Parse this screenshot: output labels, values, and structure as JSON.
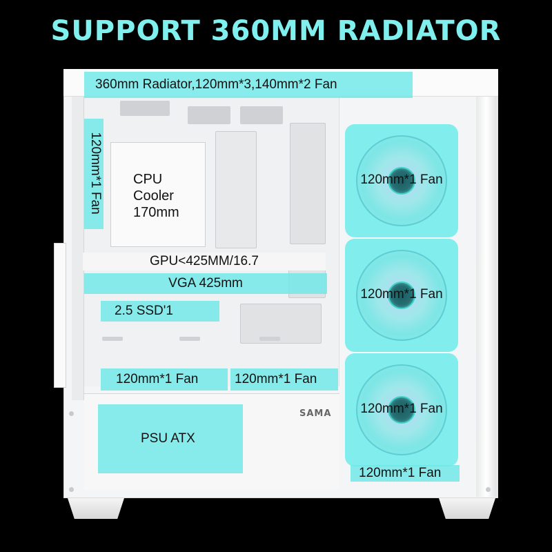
{
  "headline": "SUPPORT 360MM RADIATOR",
  "labels": {
    "top_radiator": "360mm Radiator,120mm*3,140mm*2 Fan",
    "rear_fan": "120mm*1 Fan",
    "cpu_cooler": [
      "CPU",
      "Cooler",
      "170mm"
    ],
    "gpu_limit": "GPU<425MM/16.7",
    "vga": "VGA 425mm",
    "ssd": "2.5 SSD'1",
    "bottom_fan_left": "120mm*1 Fan",
    "bottom_fan_right": "120mm*1 Fan",
    "psu": "PSU ATX",
    "bottom_side_fan": "120mm*1 Fan"
  },
  "brand": "SAMA",
  "fans": [
    {
      "label": "120mm*1 Fan"
    },
    {
      "label": "120mm*1 Fan"
    },
    {
      "label": "120mm*1 Fan"
    }
  ],
  "colors": {
    "accent": "#6ee8e8",
    "headline": "#7ff0ee",
    "background": "#000000",
    "case": "#f4f5f6"
  }
}
